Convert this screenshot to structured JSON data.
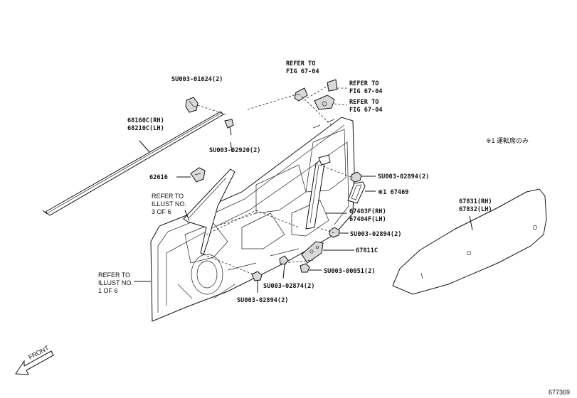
{
  "diagram": {
    "callouts": {
      "refer_fig_top": [
        "REFER TO",
        "FIG 67-04"
      ],
      "refer_fig_mid": [
        "REFER TO",
        "FIG 67-04"
      ],
      "refer_fig_low": [
        "REFER TO",
        "FIG 67-04"
      ],
      "su_01624": "SU003-01624(2)",
      "su_02920": "SU003-02920(2)",
      "weatherstrip": [
        "68160C(RH)",
        "68210C(LH)"
      ],
      "p62616": "62616",
      "refer_illust_3": [
        "REFER TO",
        "ILLUST NO.",
        "3 OF 6"
      ],
      "refer_illust_1": [
        "REFER TO",
        "ILLUST NO.",
        "1 OF 6"
      ],
      "su_02894_a": "SU003-02894(2)",
      "p67469": "※1 67469",
      "regulator": [
        "67403F(RH)",
        "67404F(LH)"
      ],
      "su_02894_b": "SU003-02894(2)",
      "p67811c": "67811C",
      "su_00051": "SU003-00051(2)",
      "su_02874": "SU003-02874(2)",
      "su_02894_c": "SU003-02894(2)",
      "note": "※1 運転席のみ",
      "service_cover": [
        "67831(RH)",
        "67832(LH)"
      ],
      "front": "FRONT",
      "figure_number": "677369"
    }
  }
}
